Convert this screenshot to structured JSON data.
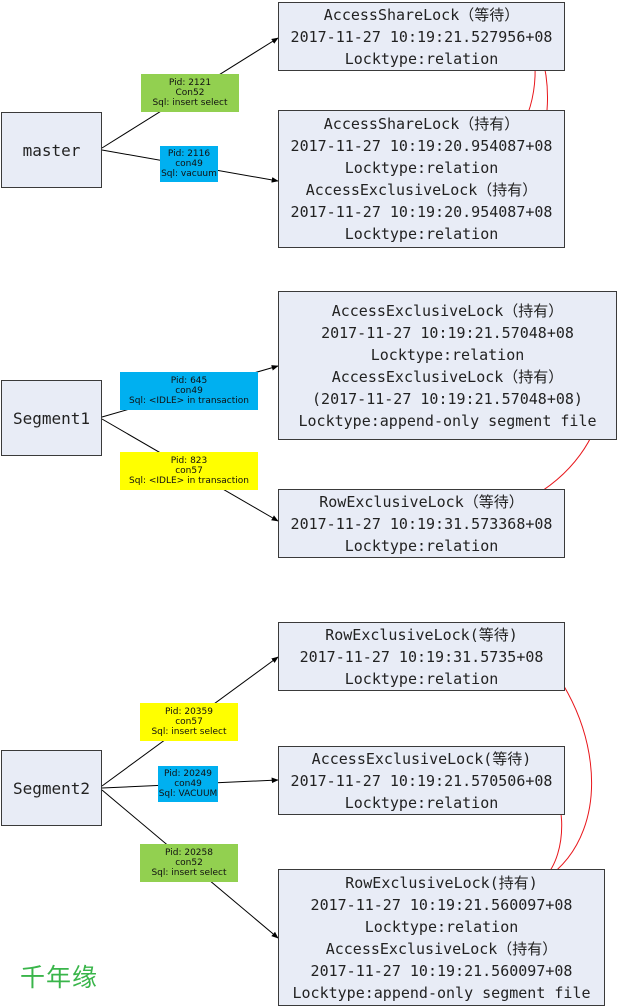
{
  "sections": [
    {
      "node": "master",
      "tags": [
        {
          "lines": [
            "Pid: 2121",
            "Con52",
            "Sql: insert select"
          ],
          "color": "#92d050"
        },
        {
          "lines": [
            "Pid: 2116",
            "con49",
            "Sql: vacuum"
          ],
          "color": "#00b0f0"
        }
      ],
      "boxes": [
        {
          "lines": [
            "AccessShareLock（等待）",
            "2017-11-27 10:19:21.527956+08",
            "Locktype:relation"
          ]
        },
        {
          "lines": [
            "AccessShareLock（持有）",
            "2017-11-27 10:19:20.954087+08",
            "Locktype:relation",
            "AccessExclusiveLock（持有）",
            "2017-11-27 10:19:20.954087+08",
            "Locktype:relation"
          ]
        }
      ]
    },
    {
      "node": "Segment1",
      "tags": [
        {
          "lines": [
            "Pid: 645",
            "con49",
            "Sql: <IDLE> in transaction"
          ],
          "color": "#00b0f0"
        },
        {
          "lines": [
            "Pid: 823",
            "con57",
            "Sql: <IDLE> in transaction"
          ],
          "color": "#ffff00"
        }
      ],
      "boxes": [
        {
          "lines": [
            "AccessExclusiveLock（持有）",
            "2017-11-27 10:19:21.57048+08",
            "Locktype:relation",
            "AccessExclusiveLock（持有）",
            "(2017-11-27 10:19:21.57048+08)",
            "Locktype:append-only segment file"
          ]
        },
        {
          "lines": [
            "RowExclusiveLock（等待）",
            "2017-11-27 10:19:31.573368+08",
            "Locktype:relation"
          ]
        }
      ]
    },
    {
      "node": "Segment2",
      "tags": [
        {
          "lines": [
            "Pid: 20359",
            "con57",
            "Sql: insert select"
          ],
          "color": "#ffff00"
        },
        {
          "lines": [
            "Pid: 20249",
            "con49",
            "Sql: VACUUM"
          ],
          "color": "#00b0f0"
        },
        {
          "lines": [
            "Pid: 20258",
            "con52",
            "Sql: insert select"
          ],
          "color": "#92d050"
        }
      ],
      "boxes": [
        {
          "lines": [
            "RowExclusiveLock(等待)",
            "2017-11-27 10:19:31.5735+08",
            "Locktype:relation"
          ]
        },
        {
          "lines": [
            "AccessExclusiveLock(等待)",
            "2017-11-27 10:19:21.570506+08",
            "Locktype:relation"
          ]
        },
        {
          "lines": [
            "RowExclusiveLock(持有)",
            "2017-11-27 10:19:21.560097+08",
            "Locktype:relation",
            "AccessExclusiveLock（持有）",
            "2017-11-27 10:19:21.560097+08",
            "Locktype:append-only segment file"
          ]
        }
      ]
    }
  ],
  "watermark": "千年缘",
  "colors": {
    "box_fill": "#e8ecf6",
    "arrow_black": "#000000",
    "arrow_red": "#e8161b",
    "watermark": "#39b54a"
  }
}
